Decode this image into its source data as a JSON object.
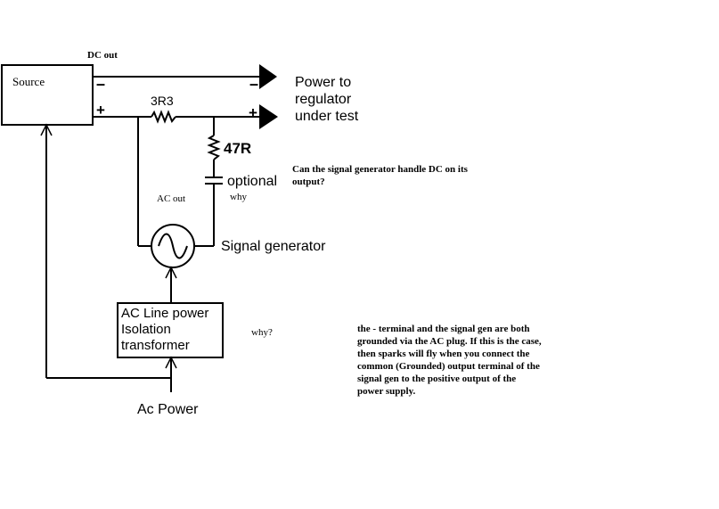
{
  "labels": {
    "source": "Source",
    "dc_out": "DC out",
    "minus_source": "–",
    "plus_source": "+",
    "minus_output": "–",
    "plus_output": "+",
    "power_to_1": "Power to",
    "power_to_2": "regulator",
    "power_to_3": "under test",
    "resistor_series": "3R3",
    "resistor_shunt": "47R",
    "optional": "optional",
    "optional_why": "why",
    "question_dc_1": "Can the signal generator handle DC on its",
    "question_dc_2": "output?",
    "ac_out": "AC out",
    "signal_generator": "Signal generator",
    "isolation_1": "AC Line power",
    "isolation_2": "Isolation",
    "isolation_3": "transformer",
    "isolation_why": "why?",
    "ac_power": "Ac Power"
  },
  "note_lines": [
    "the - terminal and the signal gen are both",
    "grounded via the AC plug. If this is the case,",
    "then sparks will fly when you connect the",
    "common (Grounded) output terminal of the",
    "signal gen to the positive output of the",
    "power supply."
  ]
}
